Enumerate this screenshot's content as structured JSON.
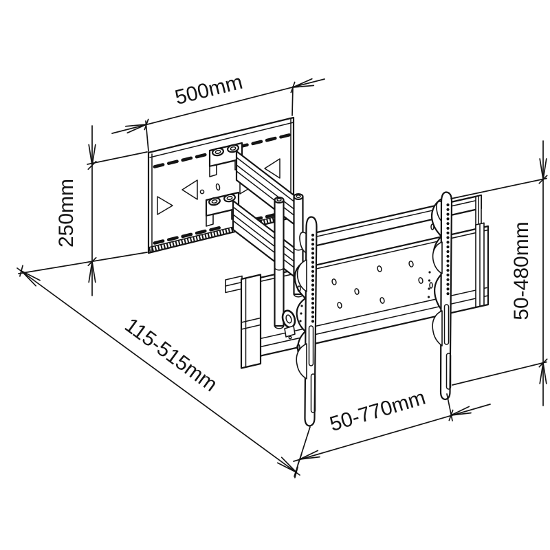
{
  "canvas": {
    "background": "#ffffff",
    "line_color": "#141414"
  },
  "labels": {
    "plate_width": "500mm",
    "plate_height": "250mm",
    "extension_range": "115-515mm",
    "vertical_range": "50-480mm",
    "horizontal_range": "50-770mm"
  }
}
